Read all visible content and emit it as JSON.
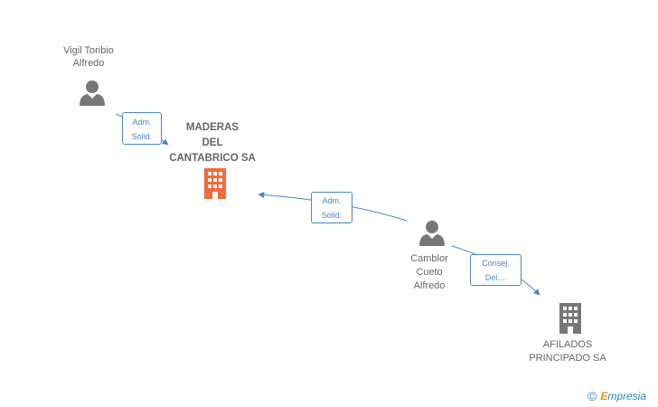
{
  "nodes": {
    "person_vigil": {
      "label": "Vigil Toribio\nAlfredo"
    },
    "company_maderas": {
      "label": "MADERAS\nDEL\nCANTABRICO SA",
      "color": "#f26b3a"
    },
    "person_camblor": {
      "label": "Camblor\nCueto\nAlfredo"
    },
    "company_afilados": {
      "label": "AFILADOS\nPRINCIPADO SA",
      "color": "#777777"
    }
  },
  "edges": [
    {
      "from": "person_vigil",
      "to": "company_maderas",
      "label": "Adm.\nSolid."
    },
    {
      "from": "person_camblor",
      "to": "company_maderas",
      "label": "Adm.\nSolid."
    },
    {
      "from": "person_camblor",
      "to": "company_afilados",
      "label": "Consej.\nDel...."
    }
  ],
  "colors": {
    "edge": "#4a86c8",
    "person_icon": "#777777"
  },
  "footer": {
    "copyright": "©",
    "brand_initial": "E",
    "brand_rest": "mpresia"
  }
}
